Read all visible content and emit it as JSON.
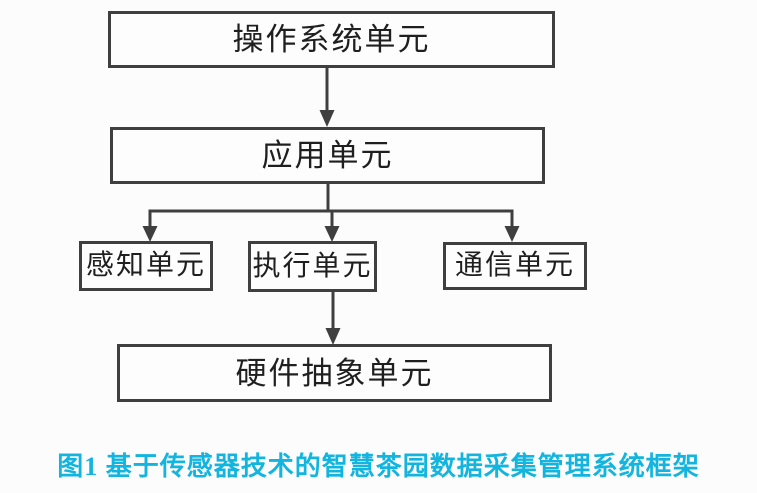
{
  "diagram": {
    "type": "flowchart",
    "nodes": {
      "os": {
        "label": "操作系统单元"
      },
      "app": {
        "label": "应用单元"
      },
      "perception": {
        "label": "感知单元"
      },
      "execution": {
        "label": "执行单元"
      },
      "communication": {
        "label": "通信单元"
      },
      "hal": {
        "label": "硬件抽象单元"
      }
    },
    "edges": [
      {
        "from": "os",
        "to": "app",
        "style": "arrow-down"
      },
      {
        "from": "app",
        "to": "perception",
        "style": "arrow-down-branch"
      },
      {
        "from": "app",
        "to": "execution",
        "style": "arrow-down-branch"
      },
      {
        "from": "app",
        "to": "communication",
        "style": "arrow-down-branch"
      },
      {
        "from": "execution",
        "to": "hal",
        "style": "arrow-down"
      }
    ]
  },
  "caption": {
    "text": "图1 基于传感器技术的智慧茶园数据采集管理系统框架",
    "color": "#13b5df"
  },
  "colors": {
    "background": "#fcfcfc",
    "box_border": "#3f3f3f",
    "box_fill": "#fdfdfd",
    "box_text": "#1f1f1f",
    "connector": "#3f3f3f",
    "caption": "#13b5df"
  }
}
